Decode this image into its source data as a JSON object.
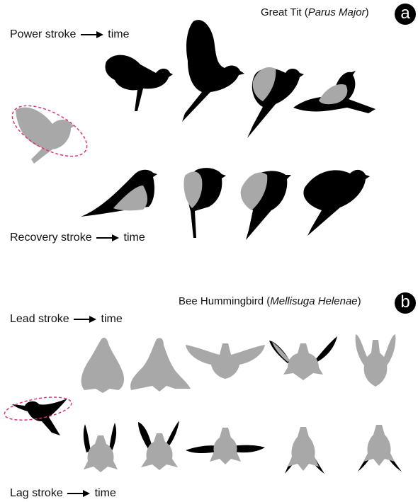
{
  "panel_a": {
    "title_prefix": "Great Tit",
    "title_species": "Parus Major",
    "badge": "a",
    "row1_label": "Power stroke",
    "row1_suffix": "time",
    "row2_label": "Recovery stroke",
    "row2_suffix": "time"
  },
  "panel_b": {
    "title_prefix": "Bee Hummingbird",
    "title_species": "Mellisuga Helenae",
    "badge": "b",
    "row1_label": "Lead stroke",
    "row1_suffix": "time",
    "row2_label": "Lag stroke",
    "row2_suffix": "time"
  },
  "colors": {
    "wing_dark": "#000000",
    "wing_light": "#a8a8a8",
    "highlight_ellipse": "#e0307a"
  }
}
